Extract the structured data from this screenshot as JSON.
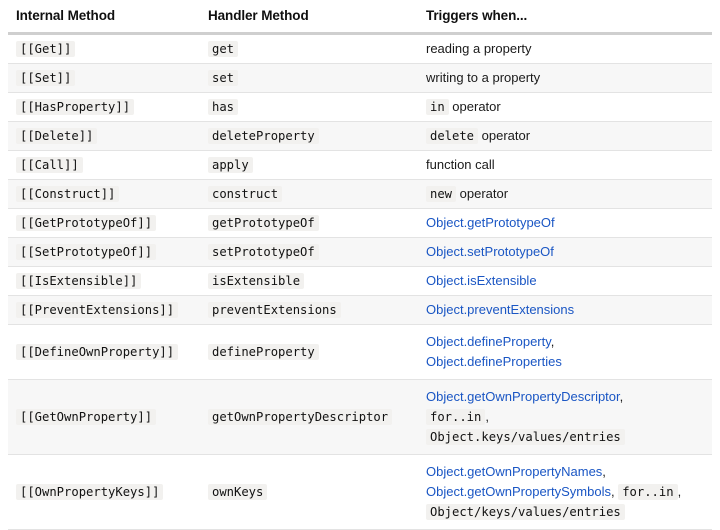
{
  "table": {
    "headers": [
      "Internal Method",
      "Handler Method",
      "Triggers when..."
    ],
    "colors": {
      "link": "#1a56c4",
      "code_background": "#f2f1ef",
      "stripe": "#f7f7f7",
      "header_rule": "#cfcfcf",
      "row_rule": "#e3e3e3",
      "text": "#1a1a1a"
    },
    "rows": [
      {
        "internal_method": "[[Get]]",
        "handler_method": "get",
        "triggers_lines": [
          [
            {
              "type": "text",
              "value": "reading a property"
            }
          ]
        ]
      },
      {
        "internal_method": "[[Set]]",
        "handler_method": "set",
        "triggers_lines": [
          [
            {
              "type": "text",
              "value": "writing to a property"
            }
          ]
        ]
      },
      {
        "internal_method": "[[HasProperty]]",
        "handler_method": "has",
        "triggers_lines": [
          [
            {
              "type": "code",
              "value": "in"
            },
            {
              "type": "text",
              "value": " operator"
            }
          ]
        ]
      },
      {
        "internal_method": "[[Delete]]",
        "handler_method": "deleteProperty",
        "triggers_lines": [
          [
            {
              "type": "code",
              "value": "delete"
            },
            {
              "type": "text",
              "value": " operator"
            }
          ]
        ]
      },
      {
        "internal_method": "[[Call]]",
        "handler_method": "apply",
        "triggers_lines": [
          [
            {
              "type": "text",
              "value": "function call"
            }
          ]
        ]
      },
      {
        "internal_method": "[[Construct]]",
        "handler_method": "construct",
        "triggers_lines": [
          [
            {
              "type": "code",
              "value": "new"
            },
            {
              "type": "text",
              "value": " operator"
            }
          ]
        ]
      },
      {
        "internal_method": "[[GetPrototypeOf]]",
        "handler_method": "getPrototypeOf",
        "triggers_lines": [
          [
            {
              "type": "link",
              "value": "Object.getPrototypeOf"
            }
          ]
        ]
      },
      {
        "internal_method": "[[SetPrototypeOf]]",
        "handler_method": "setPrototypeOf",
        "triggers_lines": [
          [
            {
              "type": "link",
              "value": "Object.setPrototypeOf"
            }
          ]
        ]
      },
      {
        "internal_method": "[[IsExtensible]]",
        "handler_method": "isExtensible",
        "triggers_lines": [
          [
            {
              "type": "link",
              "value": "Object.isExtensible"
            }
          ]
        ]
      },
      {
        "internal_method": "[[PreventExtensions]]",
        "handler_method": "preventExtensions",
        "triggers_lines": [
          [
            {
              "type": "link",
              "value": "Object.preventExtensions"
            }
          ]
        ]
      },
      {
        "internal_method": "[[DefineOwnProperty]]",
        "handler_method": "defineProperty",
        "triggers_lines": [
          [
            {
              "type": "link",
              "value": "Object.defineProperty"
            },
            {
              "type": "text",
              "value": ","
            }
          ],
          [
            {
              "type": "link",
              "value": "Object.defineProperties"
            }
          ]
        ]
      },
      {
        "internal_method": "[[GetOwnProperty]]",
        "handler_method": "getOwnPropertyDescriptor",
        "triggers_lines": [
          [
            {
              "type": "link",
              "value": "Object.getOwnPropertyDescriptor"
            },
            {
              "type": "text",
              "value": ","
            }
          ],
          [
            {
              "type": "code",
              "value": "for..in"
            },
            {
              "type": "text",
              "value": ","
            }
          ],
          [
            {
              "type": "code",
              "value": "Object.keys/values/entries"
            }
          ]
        ]
      },
      {
        "internal_method": "[[OwnPropertyKeys]]",
        "handler_method": "ownKeys",
        "triggers_lines": [
          [
            {
              "type": "link",
              "value": "Object.getOwnPropertyNames"
            },
            {
              "type": "text",
              "value": ","
            }
          ],
          [
            {
              "type": "link",
              "value": "Object.getOwnPropertySymbols"
            },
            {
              "type": "text",
              "value": ", "
            },
            {
              "type": "code",
              "value": "for..in"
            },
            {
              "type": "text",
              "value": ","
            }
          ],
          [
            {
              "type": "code",
              "value": "Object/keys/values/entries"
            }
          ]
        ]
      }
    ]
  }
}
